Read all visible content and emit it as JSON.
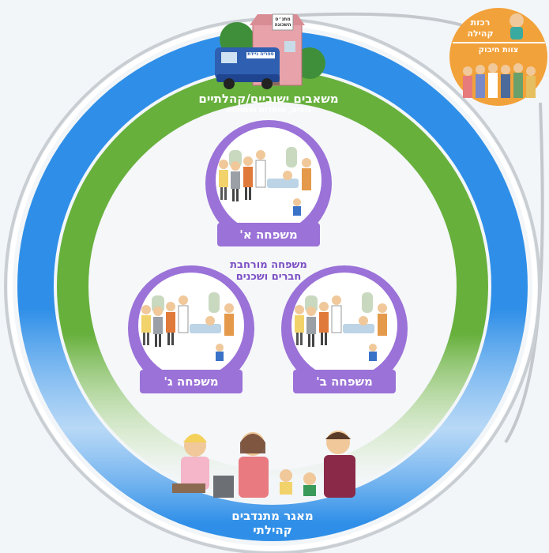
{
  "community": {
    "label": "משאבים ישוביים/קהלתיים",
    "sublabel": "גופים, מוסדות ועמותות",
    "building_sign": "מתנ״ס השכונה",
    "van_sign": "ספריה ניידת"
  },
  "center": {
    "label_line1": "משפחה מורחבת",
    "label_line2": "חברים ושכנים"
  },
  "families": [
    {
      "label": "משפחה א'"
    },
    {
      "label": "משפחה ב'"
    },
    {
      "label": "משפחה ג'"
    }
  ],
  "volunteers": {
    "label_line1": "מאגר מתנדבים",
    "label_line2": "קהילתי"
  },
  "coordinator": {
    "title_line1": "רכזת",
    "title_line2": "קהילה",
    "team_label": "צוות חיבוק"
  },
  "colors": {
    "background": "#f3f6f9",
    "outer_ring": "#2f8fe8",
    "inner_ring": "#67b03c",
    "family_circle": "#9b72d8",
    "label_blue": "#2878d0",
    "label_purple": "#7a4fc4",
    "coordinator_orange": "#f2a23a",
    "building_pink": "#e8a2a9"
  }
}
